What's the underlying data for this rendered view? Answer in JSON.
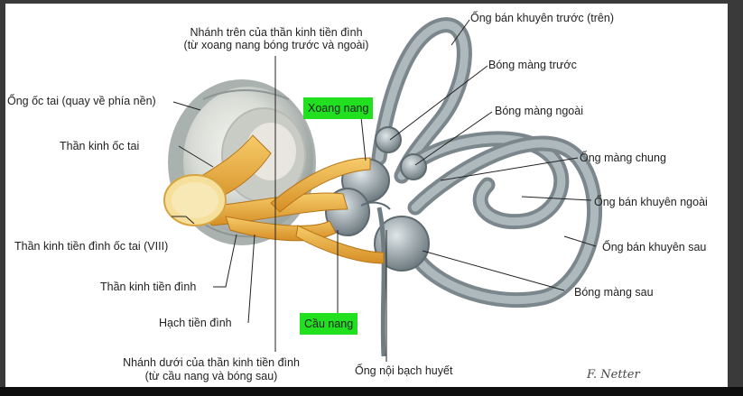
{
  "labels": {
    "anterior_canal": "Ống bán khuyên trước (trên)",
    "upper_branch_l1": "Nhánh trên của thần kinh tiền đình",
    "upper_branch_l2": "(từ xoang nang bóng trước và ngoài)",
    "anterior_ampulla": "Bóng màng trước",
    "cochlear_duct": "Ống ốc tai (quay về phía nền)",
    "utricle": "Xoang nang",
    "lateral_ampulla": "Bóng màng ngoài",
    "cochlear_nerve": "Thần kinh ốc tai",
    "common_crus": "Ống màng chung",
    "lateral_canal": "Ống bán khuyên ngoài",
    "vestibulocochlear_nerve": "Thần kinh tiền đình ốc tai (VIII)",
    "posterior_canal": "Ống bán khuyên sau",
    "vestibular_nerve": "Thần kinh tiền đình",
    "posterior_ampulla": "Bóng màng sau",
    "vestibular_ganglion": "Hạch tiền đình",
    "saccule": "Cầu nang",
    "lower_branch_l1": "Nhánh dưới của thần kinh tiền đình",
    "lower_branch_l2": "(từ cầu nang và bóng sau)",
    "endolymphatic_duct": "Ống nội bạch huyết"
  },
  "signature": "F. Netter",
  "colors": {
    "highlight": "#20e020",
    "nerve": "#e9a93a",
    "membrane": "#9aa6ab",
    "leader": "#222222"
  }
}
